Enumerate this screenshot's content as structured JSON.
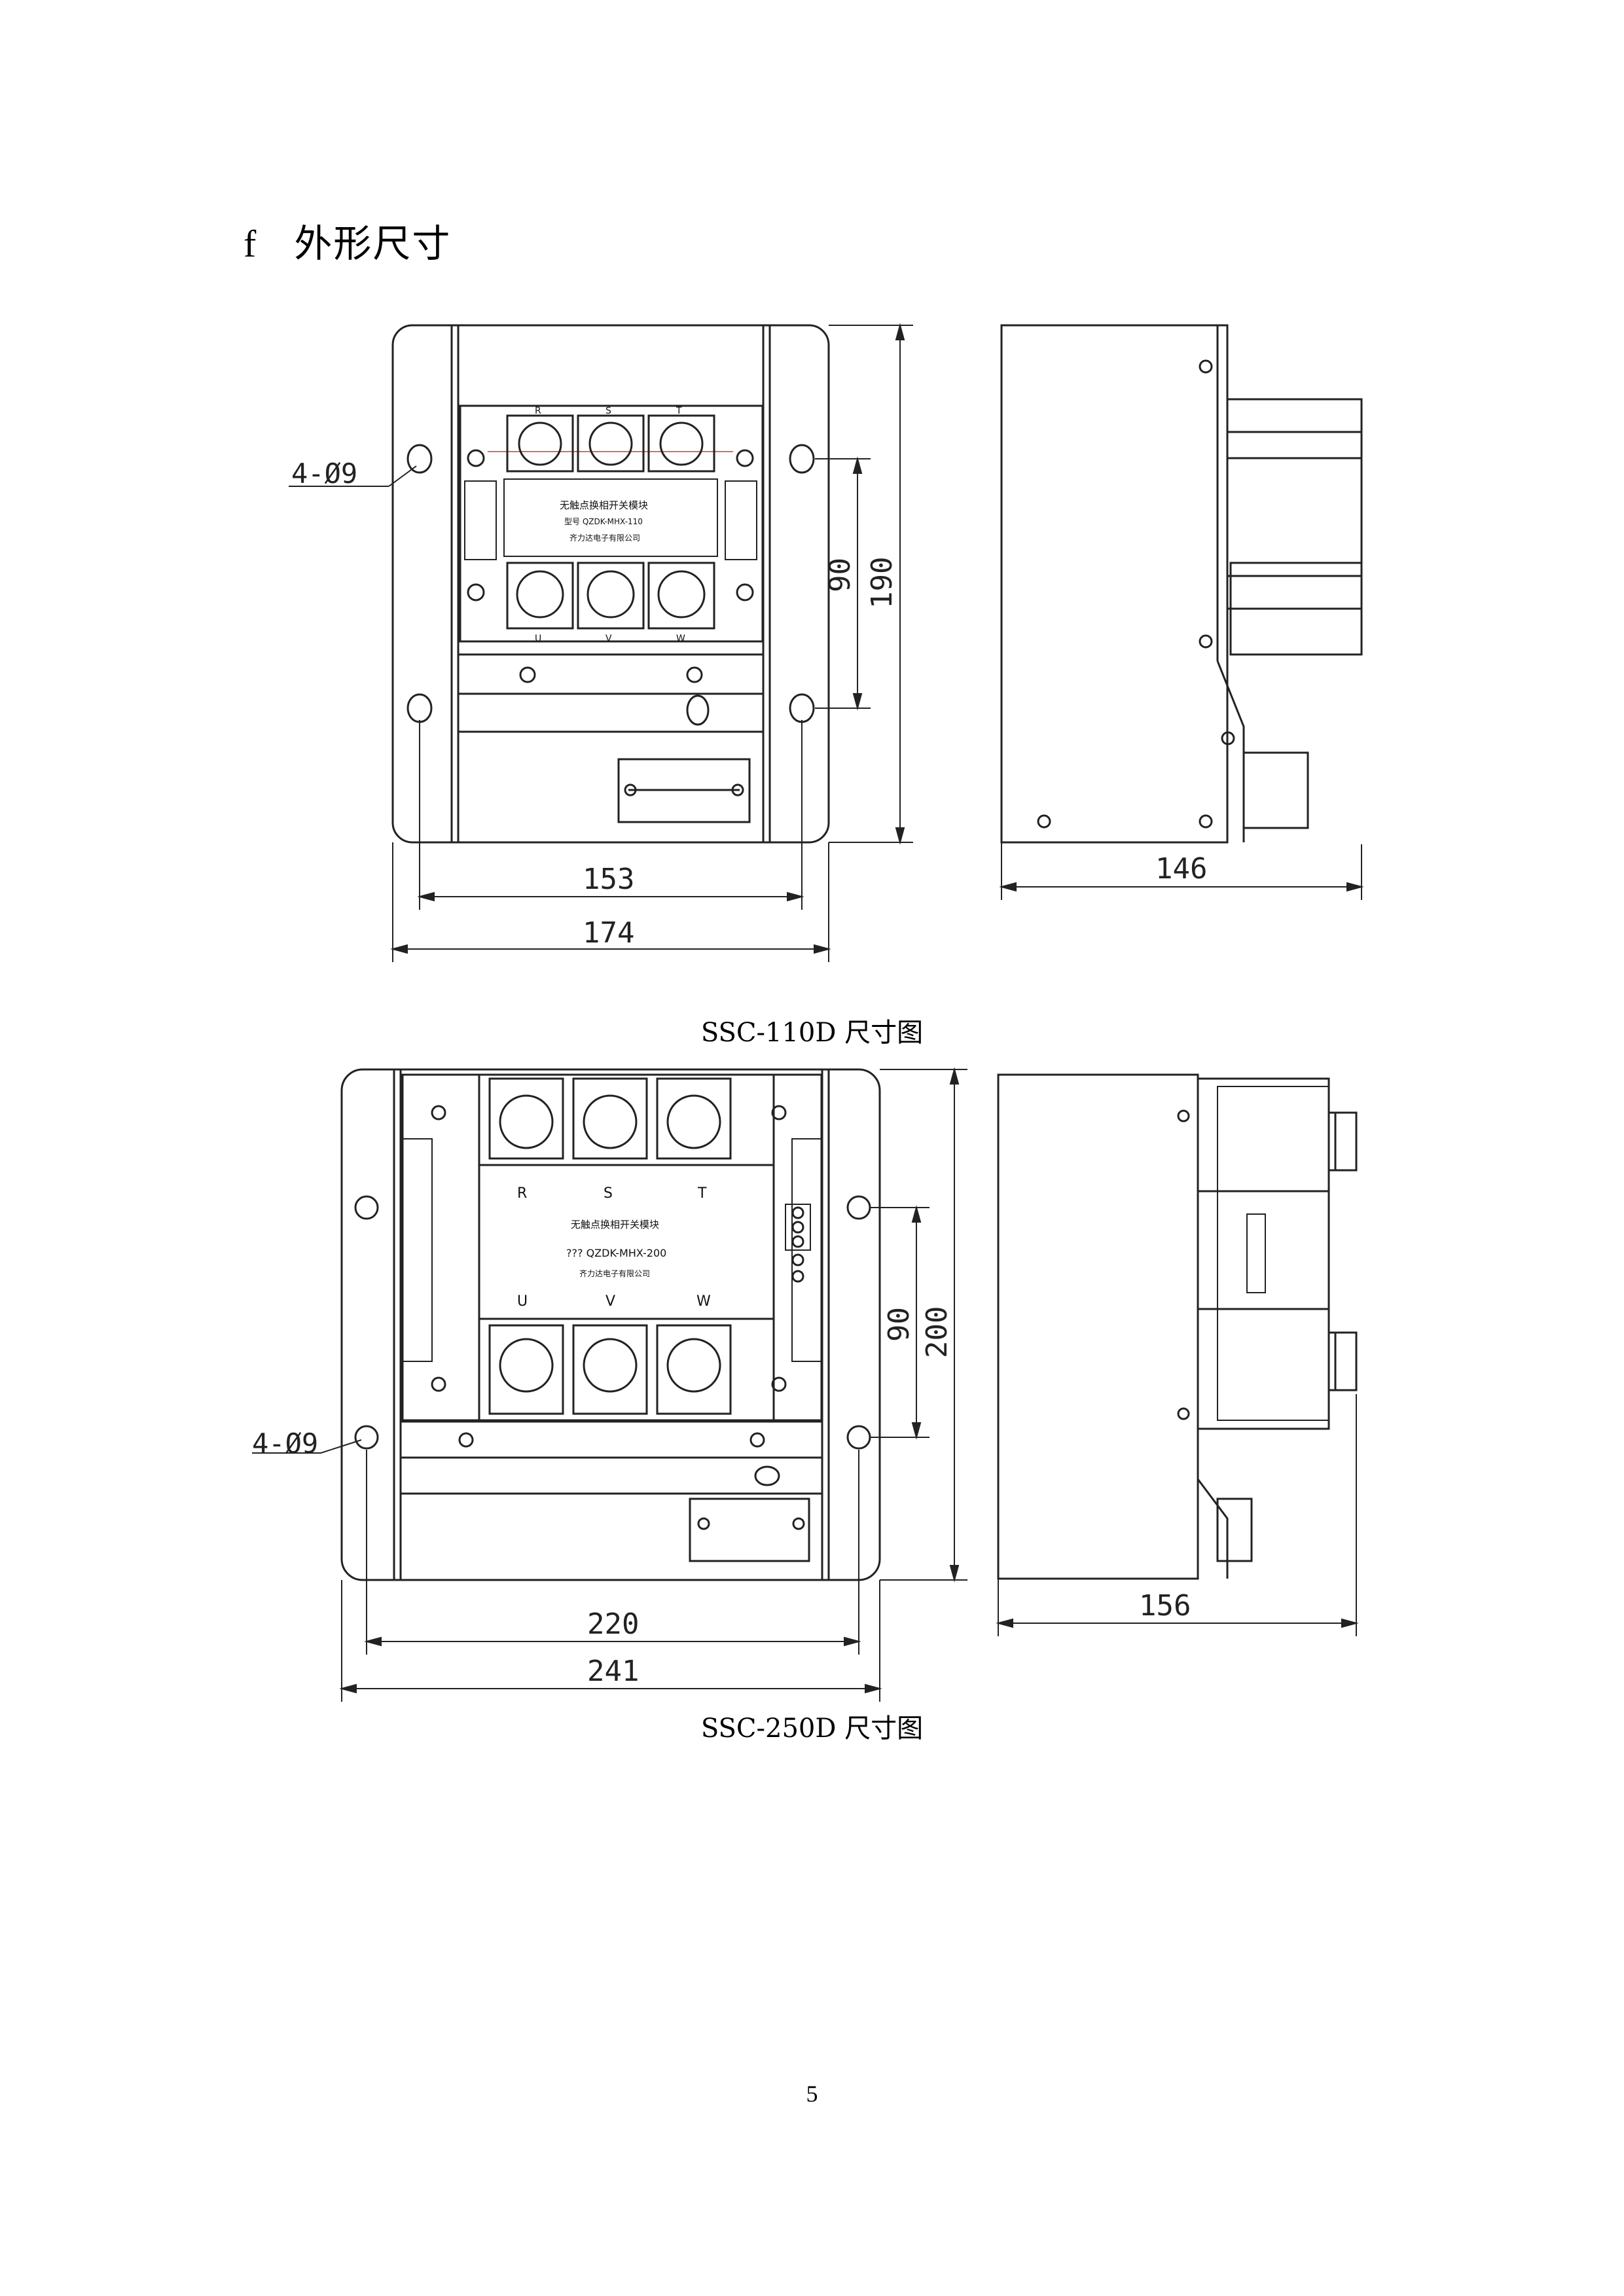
{
  "document": {
    "section_letter": "f",
    "section_title": "外形尺寸",
    "page_number": "5"
  },
  "figures": [
    {
      "caption": "SSC-110D 尺寸图",
      "hole_note": "4-Ø9",
      "dims": {
        "inner_width": "153",
        "outer_width": "174",
        "side_depth": "146",
        "hole_pitch": "90",
        "height": "190"
      },
      "terminals_top": [
        "R",
        "S",
        "T"
      ],
      "terminals_bottom": [
        "U",
        "V",
        "W"
      ],
      "module_name": "无触点换相开关模块",
      "model": "型号 QZDK-MHX-110",
      "maker": "齐力达电子有限公司"
    },
    {
      "caption": "SSC-250D 尺寸图",
      "hole_note": "4-Ø9",
      "dims": {
        "inner_width": "220",
        "outer_width": "241",
        "side_depth": "156",
        "hole_pitch": "90",
        "height": "200"
      },
      "terminals_top": [
        "R",
        "S",
        "T"
      ],
      "terminals_bottom": [
        "U",
        "V",
        "W"
      ],
      "module_name": "无触点换相开关模块",
      "model": "??? QZDK-MHX-200",
      "maker": "齐力达电子有限公司"
    }
  ]
}
